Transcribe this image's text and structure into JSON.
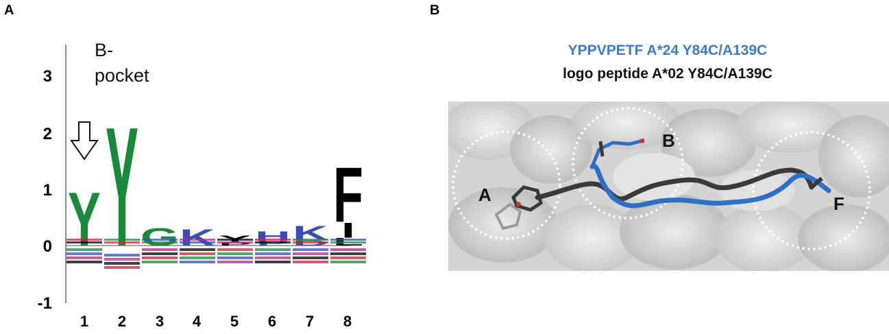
{
  "panels": {
    "a": {
      "label": "A"
    },
    "b": {
      "label": "B"
    }
  },
  "logo": {
    "pocket_label_line1": "B-",
    "pocket_label_line2": "pocket",
    "arrow_icon": "down-arrow-icon",
    "y_ticks": [
      "3",
      "2",
      "1",
      "0",
      "-1"
    ],
    "x_ticks": [
      "1",
      "2",
      "3",
      "4",
      "5",
      "6",
      "7",
      "8"
    ],
    "ylim": [
      -1,
      3.5
    ],
    "colors": {
      "green": "#1a8a3a",
      "blue": "#3a4bb8",
      "black": "#000000",
      "red": "#c4263a",
      "magenta": "#b02a8a"
    },
    "positions": [
      {
        "pos": 1,
        "letters": [
          {
            "char": "Y",
            "bits": 0.98,
            "color": "green"
          }
        ]
      },
      {
        "pos": 2,
        "letters": [
          {
            "char": "Y",
            "bits": 2.18,
            "color": "green"
          }
        ]
      },
      {
        "pos": 3,
        "letters": [
          {
            "char": "G",
            "bits": 0.32,
            "color": "green"
          }
        ]
      },
      {
        "pos": 4,
        "letters": [
          {
            "char": "K",
            "bits": 0.3,
            "color": "blue"
          }
        ]
      },
      {
        "pos": 5,
        "letters": [
          {
            "char": "Y",
            "bits": 0.12,
            "color": "black"
          },
          {
            "char": "P",
            "bits": 0.06,
            "color": "black"
          }
        ]
      },
      {
        "pos": 6,
        "letters": [
          {
            "char": "H",
            "bits": 0.18,
            "color": "blue"
          },
          {
            "char": "P",
            "bits": 0.08,
            "color": "blue"
          }
        ]
      },
      {
        "pos": 7,
        "letters": [
          {
            "char": "K",
            "bits": 0.26,
            "color": "blue"
          },
          {
            "char": "D",
            "bits": 0.1,
            "color": "blue"
          }
        ]
      },
      {
        "pos": 8,
        "letters": [
          {
            "char": "F",
            "bits": 1.0,
            "color": "black"
          },
          {
            "char": "I",
            "bits": 0.28,
            "color": "black"
          },
          {
            "char": "L",
            "bits": 0.14,
            "color": "black"
          }
        ]
      }
    ]
  },
  "structure": {
    "title_line1": "YPPVPETF A*24 Y84C/A139C",
    "title_line2": "logo peptide A*02 Y84C/A139C",
    "title_line1_color": "#3a7bd5",
    "title_line2_color": "#111111",
    "pocket_letters": [
      "A",
      "B",
      "F"
    ],
    "peptide_colors": {
      "blue": "#2f6fc4",
      "black": "#3a3a3a"
    },
    "surface_color": "#d9d9d9"
  }
}
